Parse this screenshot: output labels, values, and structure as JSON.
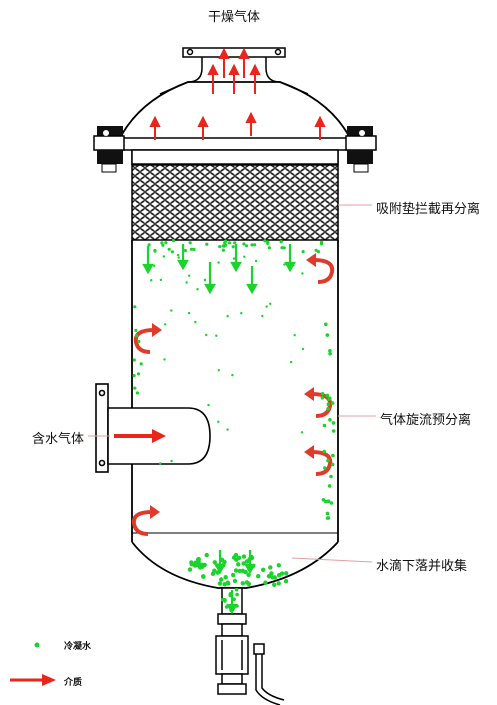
{
  "labels": {
    "dry_gas": "干燥气体",
    "adsorption_pad": "吸附垫拦截再分离",
    "wet_gas": "含水气体",
    "cyclone": "气体旋流预分离",
    "droplets": "水滴下落并收集",
    "legend_condensate": "冷凝水",
    "legend_medium": "介质"
  },
  "colors": {
    "outline": "#000000",
    "arrow_red": "#e8261c",
    "droplet_green": "#19d42a",
    "swirl_red": "#e03a2a"
  },
  "icons": [
    "up-arrow-icon",
    "down-arrow-icon",
    "swirl-arrow-icon",
    "inlet-arrow-icon",
    "droplet-icon",
    "flange-bolt-icon"
  ]
}
